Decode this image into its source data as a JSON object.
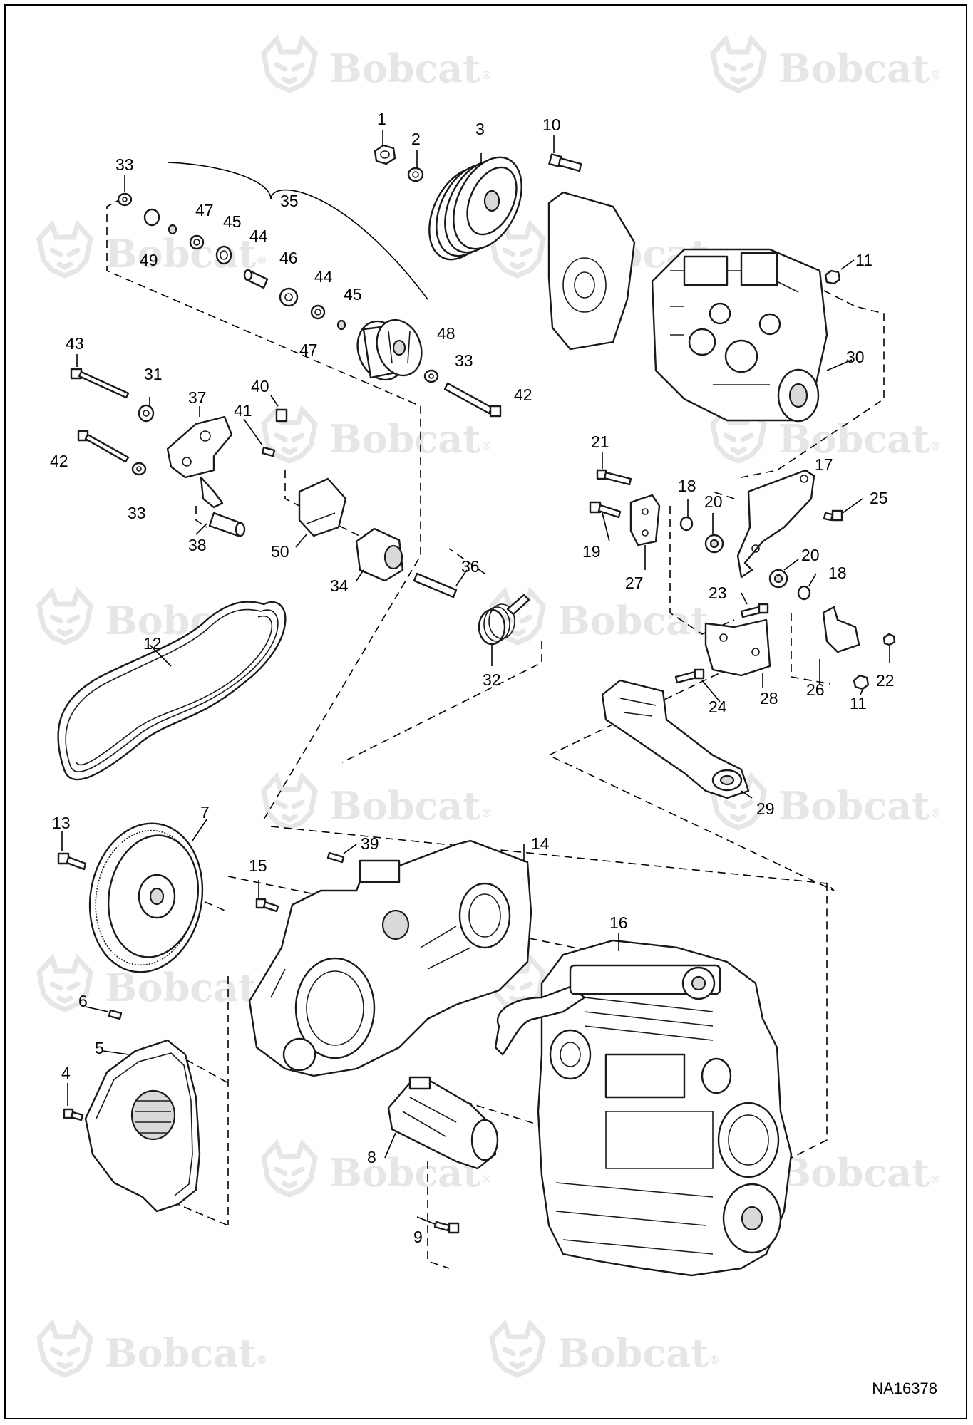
{
  "watermark": {
    "brand_text": "Bobcat",
    "registered_mark": "®"
  },
  "figure_id": "NA16378",
  "callouts": [
    "1",
    "2",
    "3",
    "10",
    "33",
    "35",
    "47",
    "45",
    "44",
    "46",
    "44",
    "45",
    "47",
    "48",
    "33",
    "42",
    "49",
    "11",
    "30",
    "43",
    "31",
    "37",
    "40",
    "41",
    "42",
    "33",
    "38",
    "50",
    "34",
    "36",
    "32",
    "21",
    "18",
    "20",
    "17",
    "25",
    "19",
    "27",
    "20",
    "18",
    "23",
    "28",
    "26",
    "11",
    "22",
    "24",
    "29",
    "12",
    "13",
    "7",
    "39",
    "14",
    "15",
    "16",
    "6",
    "5",
    "4",
    "8",
    "9"
  ]
}
